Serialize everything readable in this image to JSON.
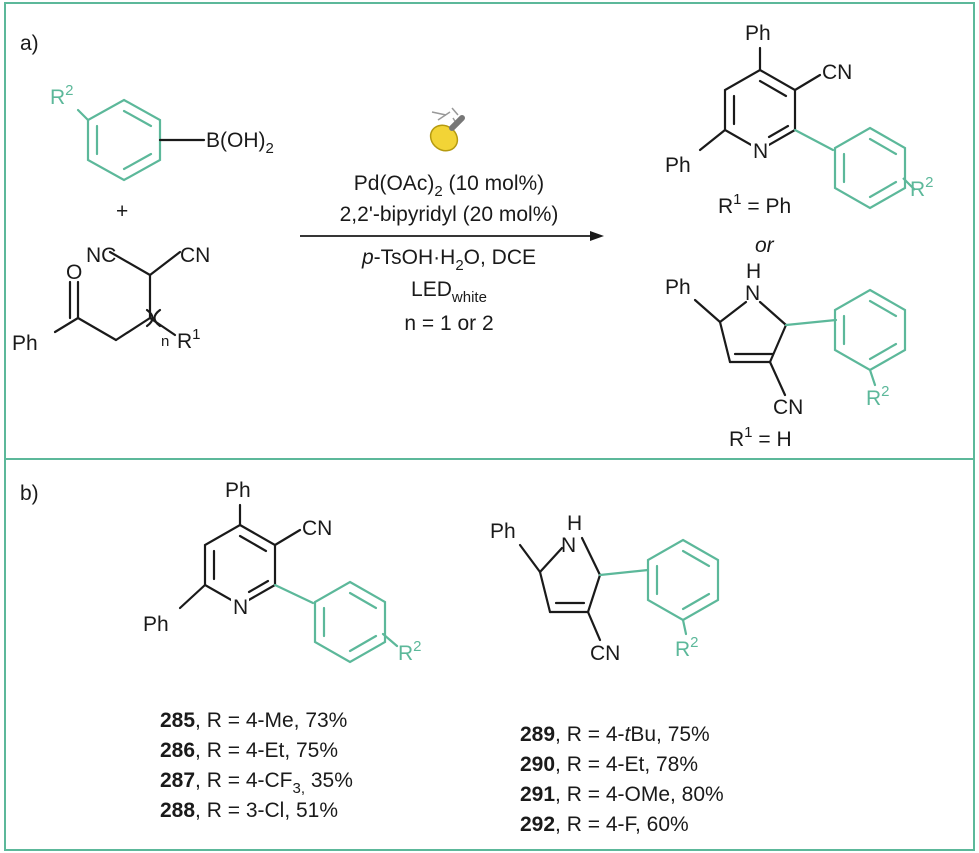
{
  "colors": {
    "frame": "#5cb89a",
    "green": "#5cb89a",
    "black": "#1a1a1a",
    "bulb": "#f2d436"
  },
  "panel_a": {
    "label": "a)",
    "reactant1": {
      "r_sup": "2",
      "boronic": "B(OH)",
      "boronic_sub": "2"
    },
    "plus": "+",
    "reactant2": {
      "nc": "NC",
      "cn": "CN",
      "o": "O",
      "ph": "Ph",
      "n": "n",
      "r": "R",
      "r_sup": "1"
    },
    "conditions": {
      "line1_main": "Pd(OAc)",
      "line1_sub": "2",
      "line1_rest": " (10 mol%)",
      "line2": "2,2'-bipyridyl (20 mol%)",
      "line3_p": "p",
      "line3_rest": "-TsOH·H",
      "line3_sub": "2",
      "line3_end": "O, DCE",
      "line4_main": "LED",
      "line4_sub": "white",
      "line5": "n = 1 or 2"
    },
    "product_pyridine": {
      "ph_top": "Ph",
      "cn": "CN",
      "ph_left": "Ph",
      "n": "N",
      "r2_sup": "2",
      "cond_main": " = Ph",
      "cond_sup": "1"
    },
    "or": "or",
    "product_pyrrole": {
      "ph": "Ph",
      "nh": "H",
      "n": "N",
      "cn": "CN",
      "r2_sup": "2",
      "cond_main": " = H",
      "cond_sup": "1"
    }
  },
  "panel_b": {
    "label": "b)",
    "pyridine": {
      "ph_top": "Ph",
      "cn": "CN",
      "ph_left": "Ph",
      "n": "N",
      "r2_sup": "2"
    },
    "pyrrole": {
      "ph": "Ph",
      "nh": "H",
      "n": "N",
      "cn": "CN",
      "r2_sup": "2"
    },
    "pyridine_entries": [
      {
        "num": "285",
        "pre": ", R = 4-Me, ",
        "sub": "",
        "post": "73%"
      },
      {
        "num": "286",
        "pre": ", R = 4-Et, ",
        "sub": "",
        "post": "75%"
      },
      {
        "num": "287",
        "pre": ", R = 4-CF",
        "sub": "3,",
        "post": " 35%"
      },
      {
        "num": "288",
        "pre": ", R = 3-Cl, ",
        "sub": "",
        "post": "51%"
      }
    ],
    "pyrrole_entries": [
      {
        "num": "289",
        "pre": ", R = 4-",
        "ital": "t",
        "post": "Bu, 75%"
      },
      {
        "num": "290",
        "pre": ", R = 4-Et, 78%",
        "ital": "",
        "post": ""
      },
      {
        "num": "291",
        "pre": ", R = 4-OMe, 80%",
        "ital": "",
        "post": ""
      },
      {
        "num": "292",
        "pre": ", R = 4-F, 60%",
        "ital": "",
        "post": ""
      }
    ]
  }
}
